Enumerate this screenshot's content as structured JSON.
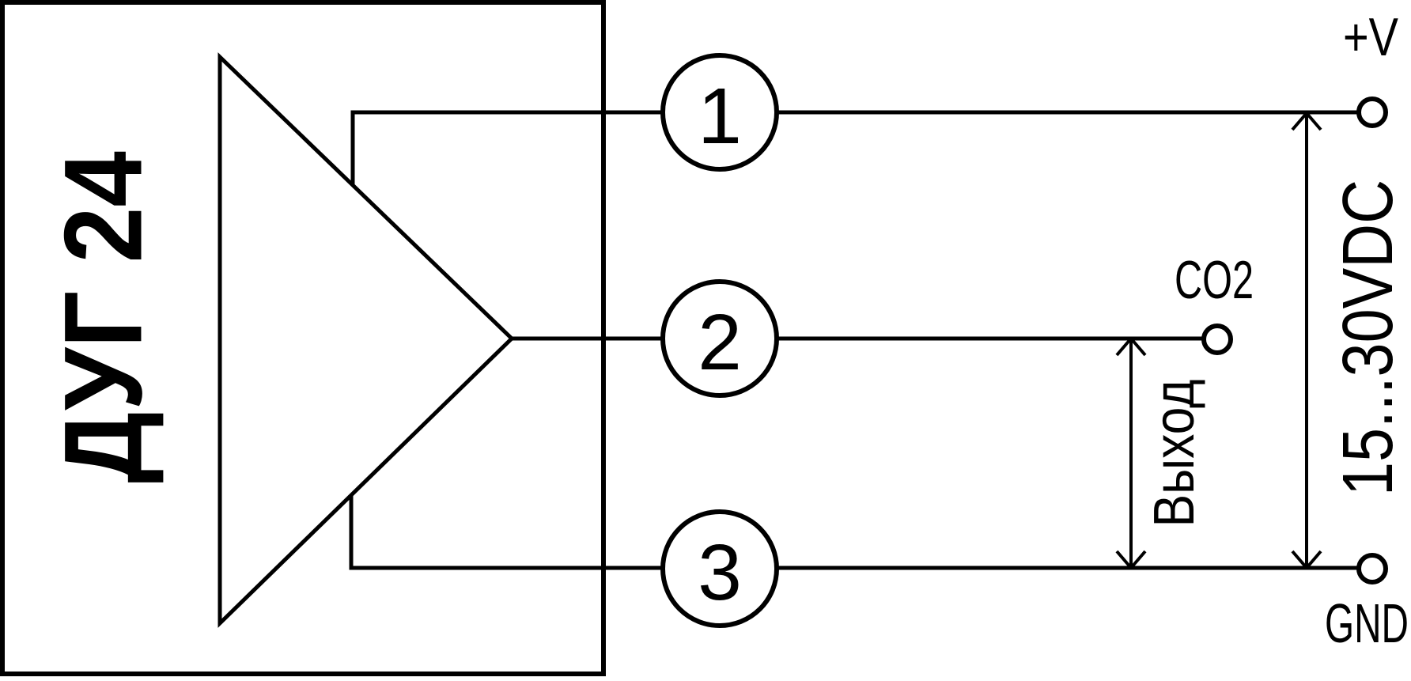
{
  "diagram": {
    "device_label": "ДУГ 24",
    "terminal_pins": [
      "1",
      "2",
      "3"
    ],
    "power_positive_label": "+V",
    "output_signal_label": "CO2",
    "ground_label": "GND",
    "supply_voltage_label": "15...30VDC",
    "output_dimension_label": "Выход"
  },
  "colors": {
    "line": "#000000",
    "background": "#ffffff"
  }
}
